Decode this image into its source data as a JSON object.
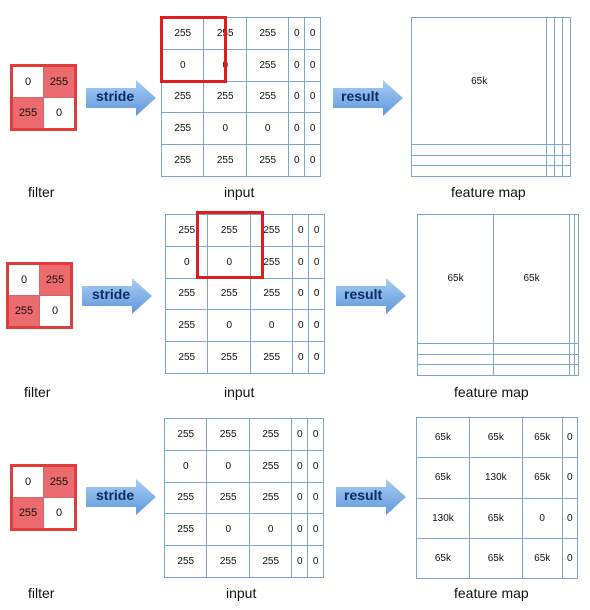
{
  "labels": {
    "filter": "filter",
    "input": "input",
    "feature_map": "feature map",
    "stride": "stride",
    "result": "result"
  },
  "colors": {
    "filter_red": "#ec6b6e",
    "highlight": "#e01d1d",
    "grid_line": "#7da6cf",
    "arrow_fill": "#7fb2e8"
  },
  "filter": [
    [
      "0",
      "255"
    ],
    [
      "255",
      "0"
    ]
  ],
  "input": [
    [
      "255",
      "255",
      "255",
      "0",
      "0"
    ],
    [
      "0",
      "0",
      "255",
      "0",
      "0"
    ],
    [
      "255",
      "255",
      "255",
      "0",
      "0"
    ],
    [
      "255",
      "0",
      "0",
      "0",
      "0"
    ],
    [
      "255",
      "255",
      "255",
      "0",
      "0"
    ]
  ],
  "rows": [
    {
      "feature_map": [
        [
          "65k",
          "",
          "",
          ""
        ],
        [
          "",
          "",
          "",
          ""
        ],
        [
          "",
          "",
          "",
          ""
        ],
        [
          "",
          "",
          "",
          ""
        ]
      ]
    },
    {
      "feature_map": [
        [
          "65k",
          "65k",
          "",
          ""
        ],
        [
          "",
          "",
          "",
          ""
        ],
        [
          "",
          "",
          "",
          ""
        ],
        [
          "",
          "",
          "",
          ""
        ]
      ]
    },
    {
      "feature_map": [
        [
          "65k",
          "65k",
          "65k",
          "0"
        ],
        [
          "65k",
          "130k",
          "65k",
          "0"
        ],
        [
          "130k",
          "65k",
          "0",
          "0"
        ],
        [
          "65k",
          "65k",
          "65k",
          "0"
        ]
      ]
    }
  ]
}
